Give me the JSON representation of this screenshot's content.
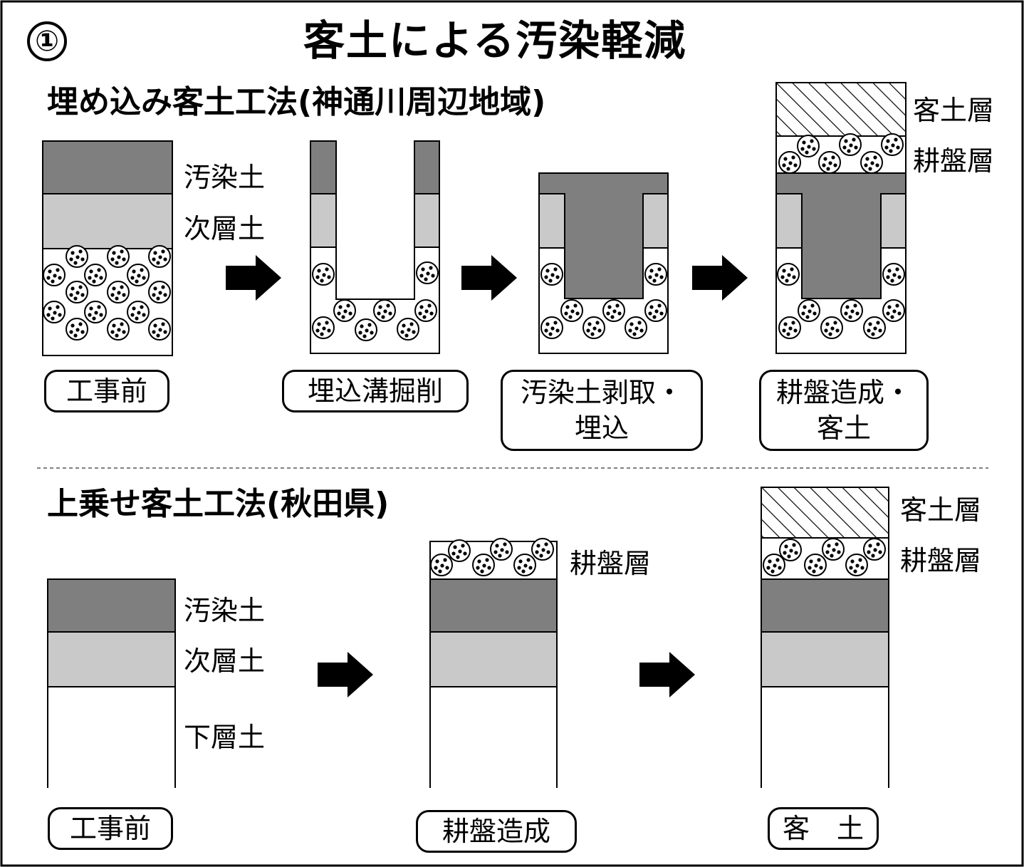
{
  "figure_number": "①",
  "title": "客土による汚染軽減",
  "section1": {
    "heading": "埋め込み客土工法(神通川周辺地域)",
    "layer_labels": {
      "contaminated": "汚染土",
      "subsoil": "次層土",
      "new_soil": "客土層",
      "plow_pan": "耕盤層"
    },
    "steps": [
      "工事前",
      "埋込溝掘削",
      "汚染土剥取・\n埋込",
      "耕盤造成・\n客土"
    ]
  },
  "section2": {
    "heading": "上乗せ客土工法(秋田県)",
    "layer_labels": {
      "contaminated": "汚染土",
      "subsoil": "次層土",
      "lower": "下層土",
      "plow_pan_mid": "耕盤層",
      "new_soil": "客土層",
      "plow_pan": "耕盤層"
    },
    "steps": [
      "工事前",
      "耕盤造成",
      "客　土"
    ]
  },
  "colors": {
    "contaminated_soil": "#7f7f7f",
    "subsoil": "#c9c9c9",
    "outline": "#000000",
    "background": "#ffffff",
    "divider": "#808080"
  },
  "icons": {
    "process_arrow": "right-arrow",
    "pebble": "dotted-circle",
    "new_soil_pattern": "diagonal-hatch"
  }
}
